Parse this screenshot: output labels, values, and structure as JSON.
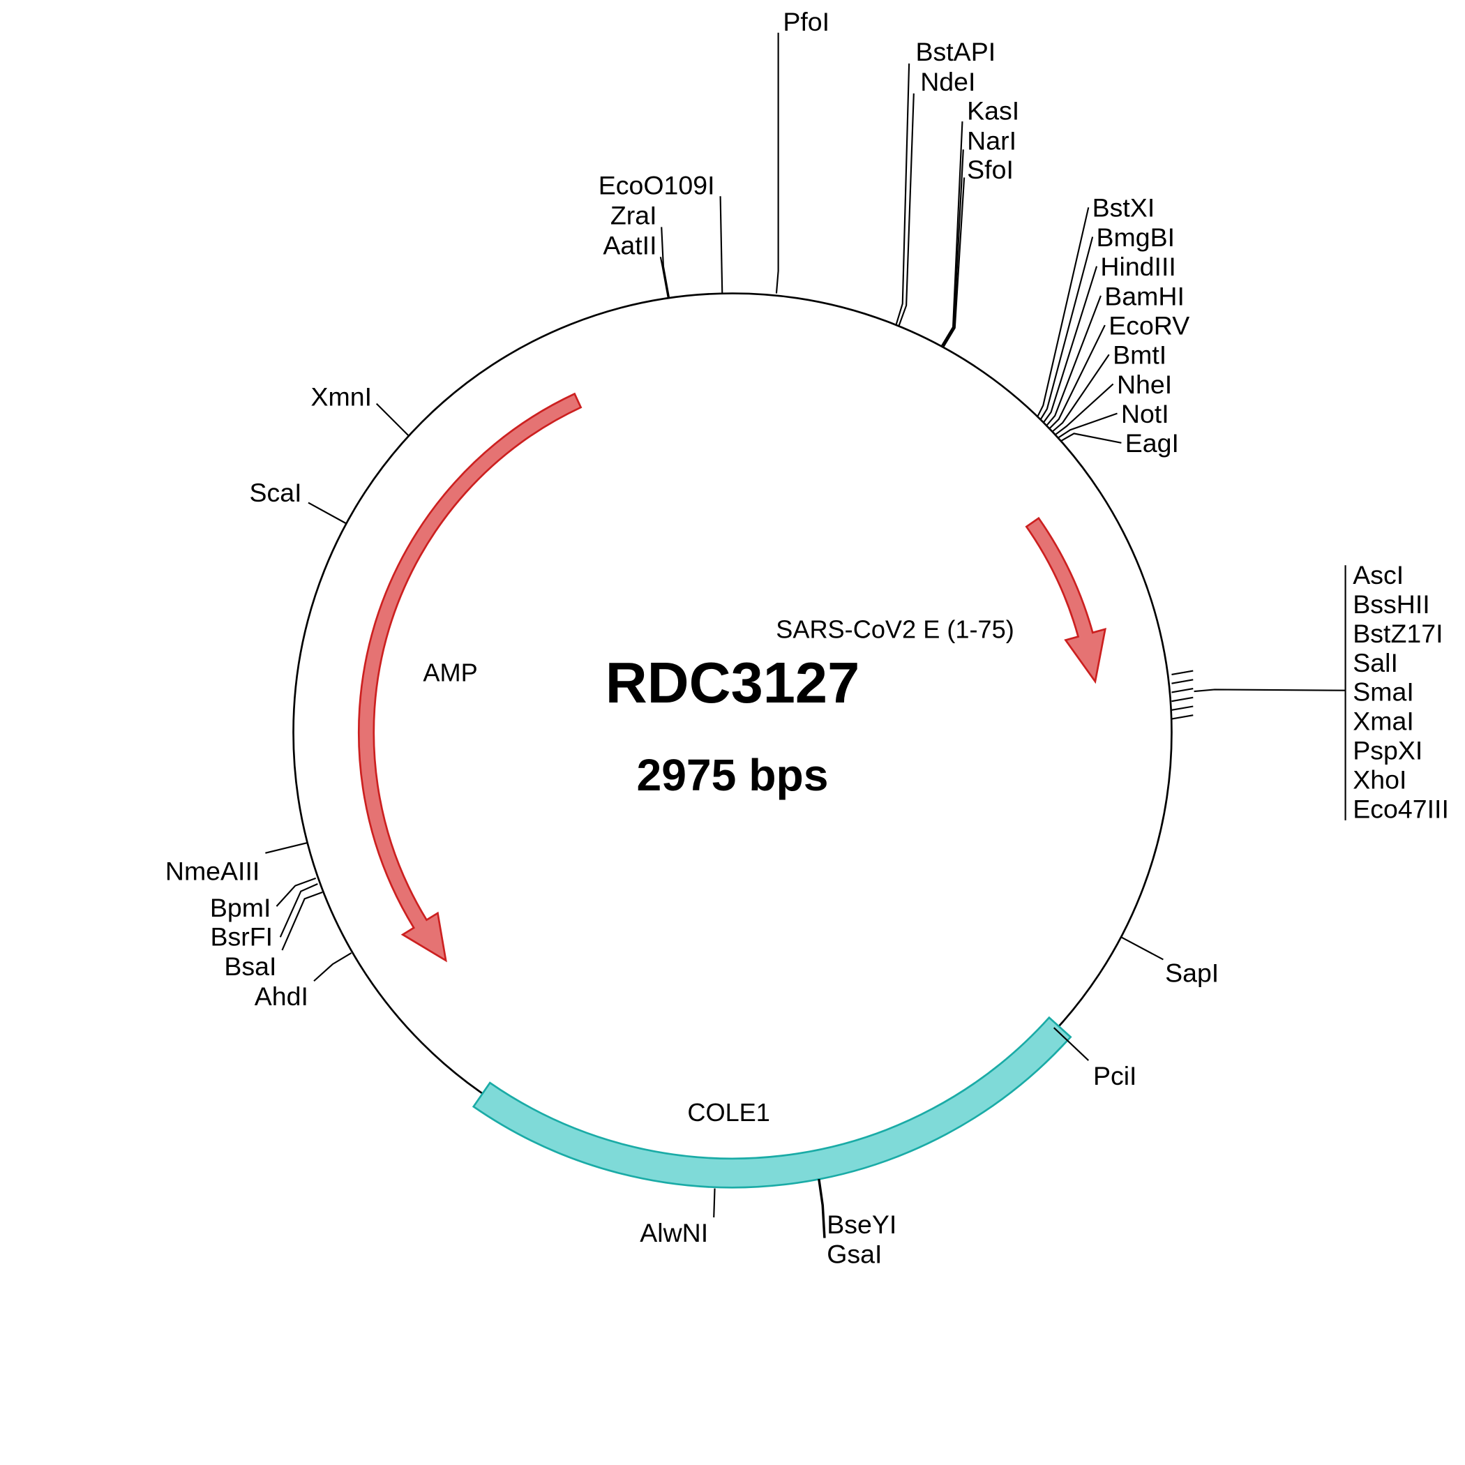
{
  "plasmid": {
    "name": "RDC3127",
    "size_label": "2975 bps"
  },
  "colors": {
    "amp_fill": "#e57373",
    "amp_stroke": "#cc2020",
    "ori_fill": "#7fdad8",
    "ori_stroke": "#1aaba6"
  },
  "features": {
    "amp": "AMP",
    "sars": "SARS-CoV2 E (1-75)",
    "cole1": "COLE1"
  },
  "sites": {
    "pfoi": "PfoI",
    "bstapi": "BstAPI",
    "ndei": "NdeI",
    "kasi": "KasI",
    "nari": "NarI",
    "sfoi": "SfoI",
    "right_top": [
      "BstXI",
      "BmgBI",
      "HindIII",
      "BamHI",
      "EcoRV",
      "BmtI",
      "NheI",
      "NotI",
      "EagI"
    ],
    "right_mid": [
      "AscI",
      "BssHII",
      "BstZ17I",
      "SalI",
      "SmaI",
      "XmaI",
      "PspXI",
      "XhoI",
      "Eco47III"
    ],
    "sapi": "SapI",
    "pcii": "PciI",
    "bseyi": "BseYI",
    "gsai": "GsaI",
    "alwni": "AlwNI",
    "ecoo109i": "EcoO109I",
    "zrai": "ZraI",
    "aatii": "AatII",
    "xmni": "XmnI",
    "scai": "ScaI",
    "nmeaiii": "NmeAIII",
    "bpmi": "BpmI",
    "bsrfi": "BsrFI",
    "bsai": "BsaI",
    "ahdi": "AhdI"
  }
}
